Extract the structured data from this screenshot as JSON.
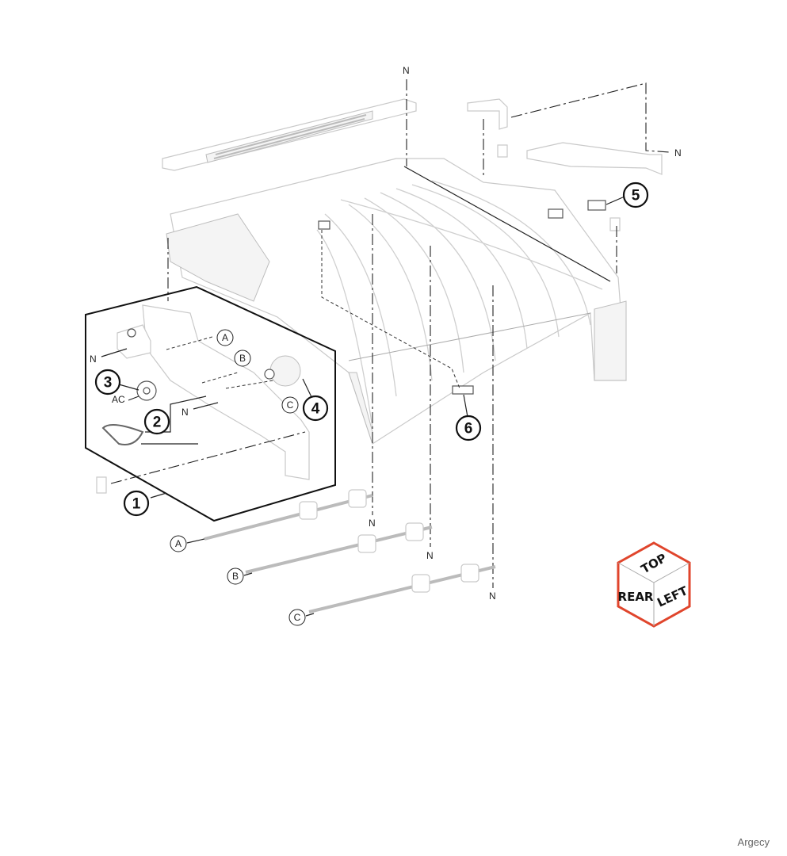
{
  "callouts": [
    "1",
    "2",
    "3",
    "4",
    "5",
    "6"
  ],
  "letters": {
    "a": "A",
    "b": "B",
    "c": "C"
  },
  "labels": {
    "n": "N",
    "ac": "AC"
  },
  "orientation_cube": {
    "top": "TOP",
    "rear": "REAR",
    "left": "LEFT",
    "color": "#e0452c"
  },
  "watermark": "Argecy"
}
